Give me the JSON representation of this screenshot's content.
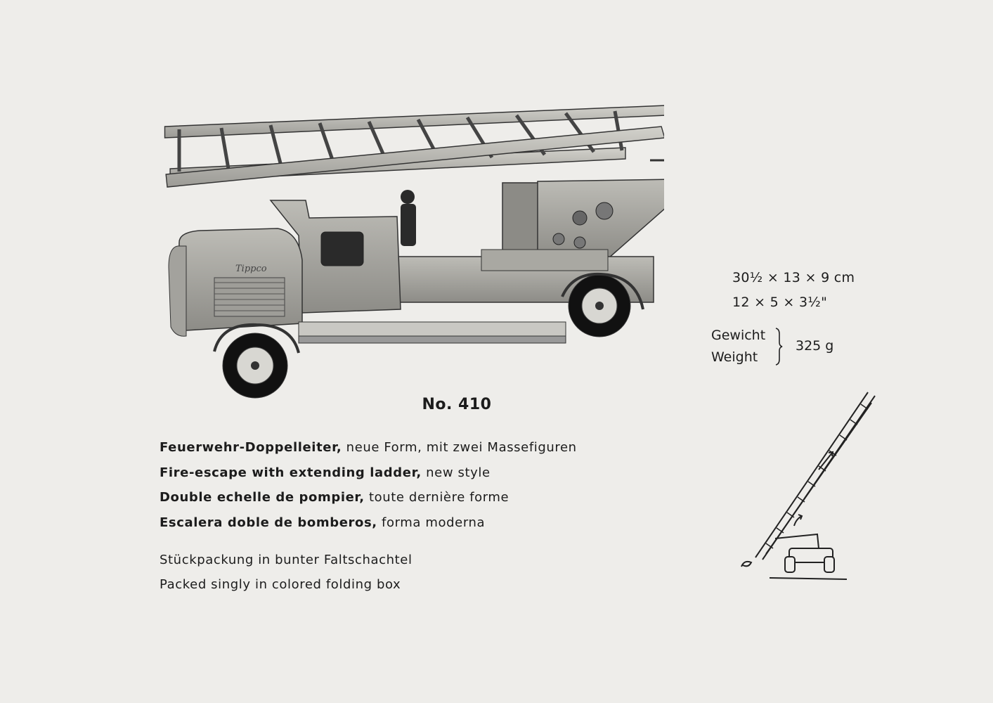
{
  "illustration": {
    "brand_logo": "Tippco",
    "icon": "fire-ladder-truck-photo"
  },
  "diagram": {
    "icon": "ladder-extension-diagram"
  },
  "dimensions": {
    "metric": "30½ × 13 × 9 cm",
    "imperial": "12 × 5 × 3½\""
  },
  "weight": {
    "label_de": "Gewicht",
    "label_en": "Weight",
    "value": "325 g"
  },
  "model_number": "No. 410",
  "descriptions": [
    {
      "bold": "Feuerwehr-Doppelleiter,",
      "rest": " neue Form, mit zwei Massefiguren"
    },
    {
      "bold": "Fire-escape with extending ladder,",
      "rest": " new style"
    },
    {
      "bold": "Double echelle de pompier,",
      "rest": " toute dernière forme"
    },
    {
      "bold": "Escalera doble de bomberos,",
      "rest": " forma moderna"
    }
  ],
  "packaging": {
    "de": "Stückpackung in bunter Faltschachtel",
    "en": "Packed singly in colored folding box"
  }
}
